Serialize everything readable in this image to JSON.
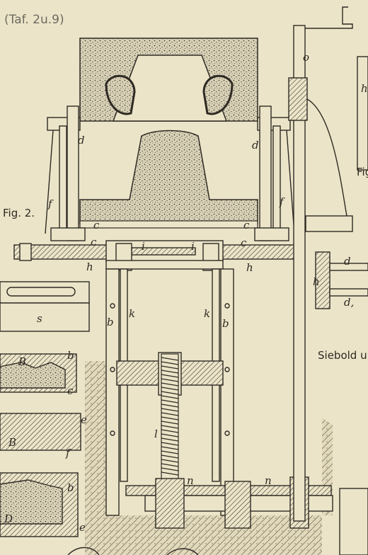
{
  "plate_ref": "(Taf. 2u.9)",
  "figure_label": "Fig. 2.",
  "figure_label_right": "Fig",
  "maker_text": "Siebold un",
  "part_labels": {
    "b": "b",
    "c": "c",
    "d": "d",
    "d1": "d,",
    "e": "e",
    "f": "f",
    "h": "h",
    "i": "i",
    "k": "k",
    "l": "l",
    "n": "n",
    "o": "o",
    "s": "s",
    "B": "B",
    "D": "D"
  },
  "colors": {
    "paper": "#ece4c8",
    "ink": "#2e2a24",
    "sand": "#c9c1a8"
  }
}
